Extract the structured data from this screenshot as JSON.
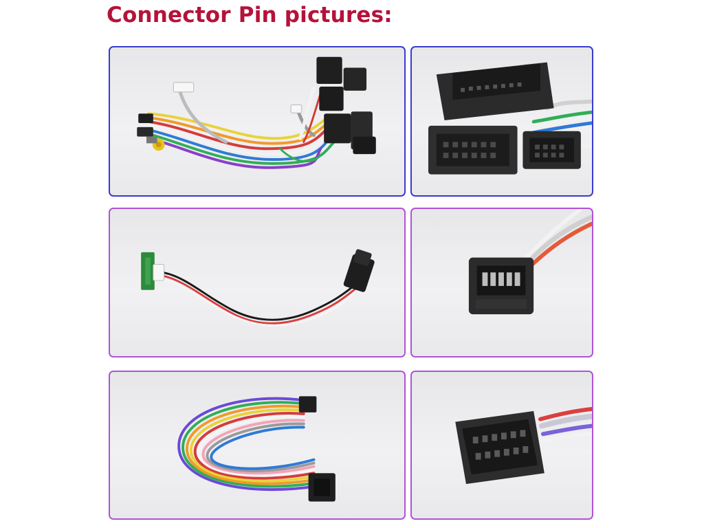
{
  "page": {
    "title": "Connector Pin pictures:"
  },
  "colors": {
    "title": "#b5123a",
    "border_blue": "#3a3acf",
    "border_purple": "#b052d6",
    "panel_bg": "#ececee"
  },
  "photos": [
    {
      "subject": "harness-with-connectors"
    },
    {
      "subject": "harness-connector-closeup"
    },
    {
      "subject": "single-cable-with-board"
    },
    {
      "subject": "small-connector-closeup"
    },
    {
      "subject": "u-shaped-wire-harness"
    },
    {
      "subject": "block-connector-closeup"
    }
  ]
}
